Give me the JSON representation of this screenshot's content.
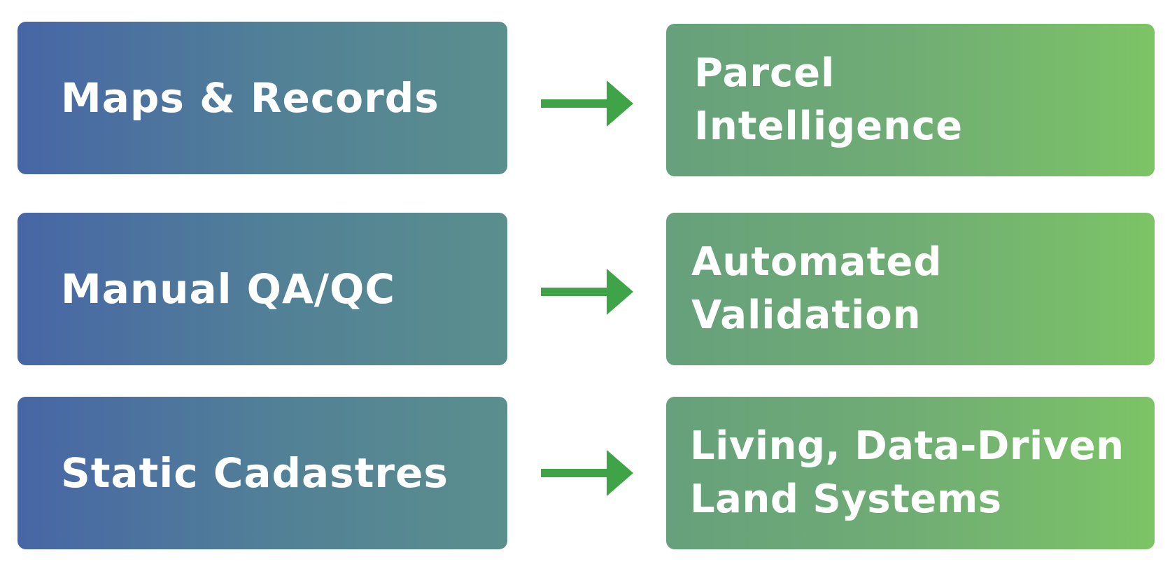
{
  "diagram": {
    "from_items": [
      {
        "label": "Maps & Records"
      },
      {
        "label": "Manual QA/QC"
      },
      {
        "label": "Static Cadastres"
      }
    ],
    "to_items": [
      {
        "label": "Parcel\nIntelligence"
      },
      {
        "label": "Automated\nValidation"
      },
      {
        "label": "Living, Data-Driven\nLand Systems"
      }
    ],
    "colors": {
      "left_gradient_start": "#4766a6",
      "left_gradient_end": "#5b8f8d",
      "right_gradient_start": "#66a07c",
      "right_gradient_end": "#7cc466",
      "arrow": "#3fa447",
      "text": "#ffffff"
    },
    "icons": [
      "arrow-right-icon"
    ]
  }
}
